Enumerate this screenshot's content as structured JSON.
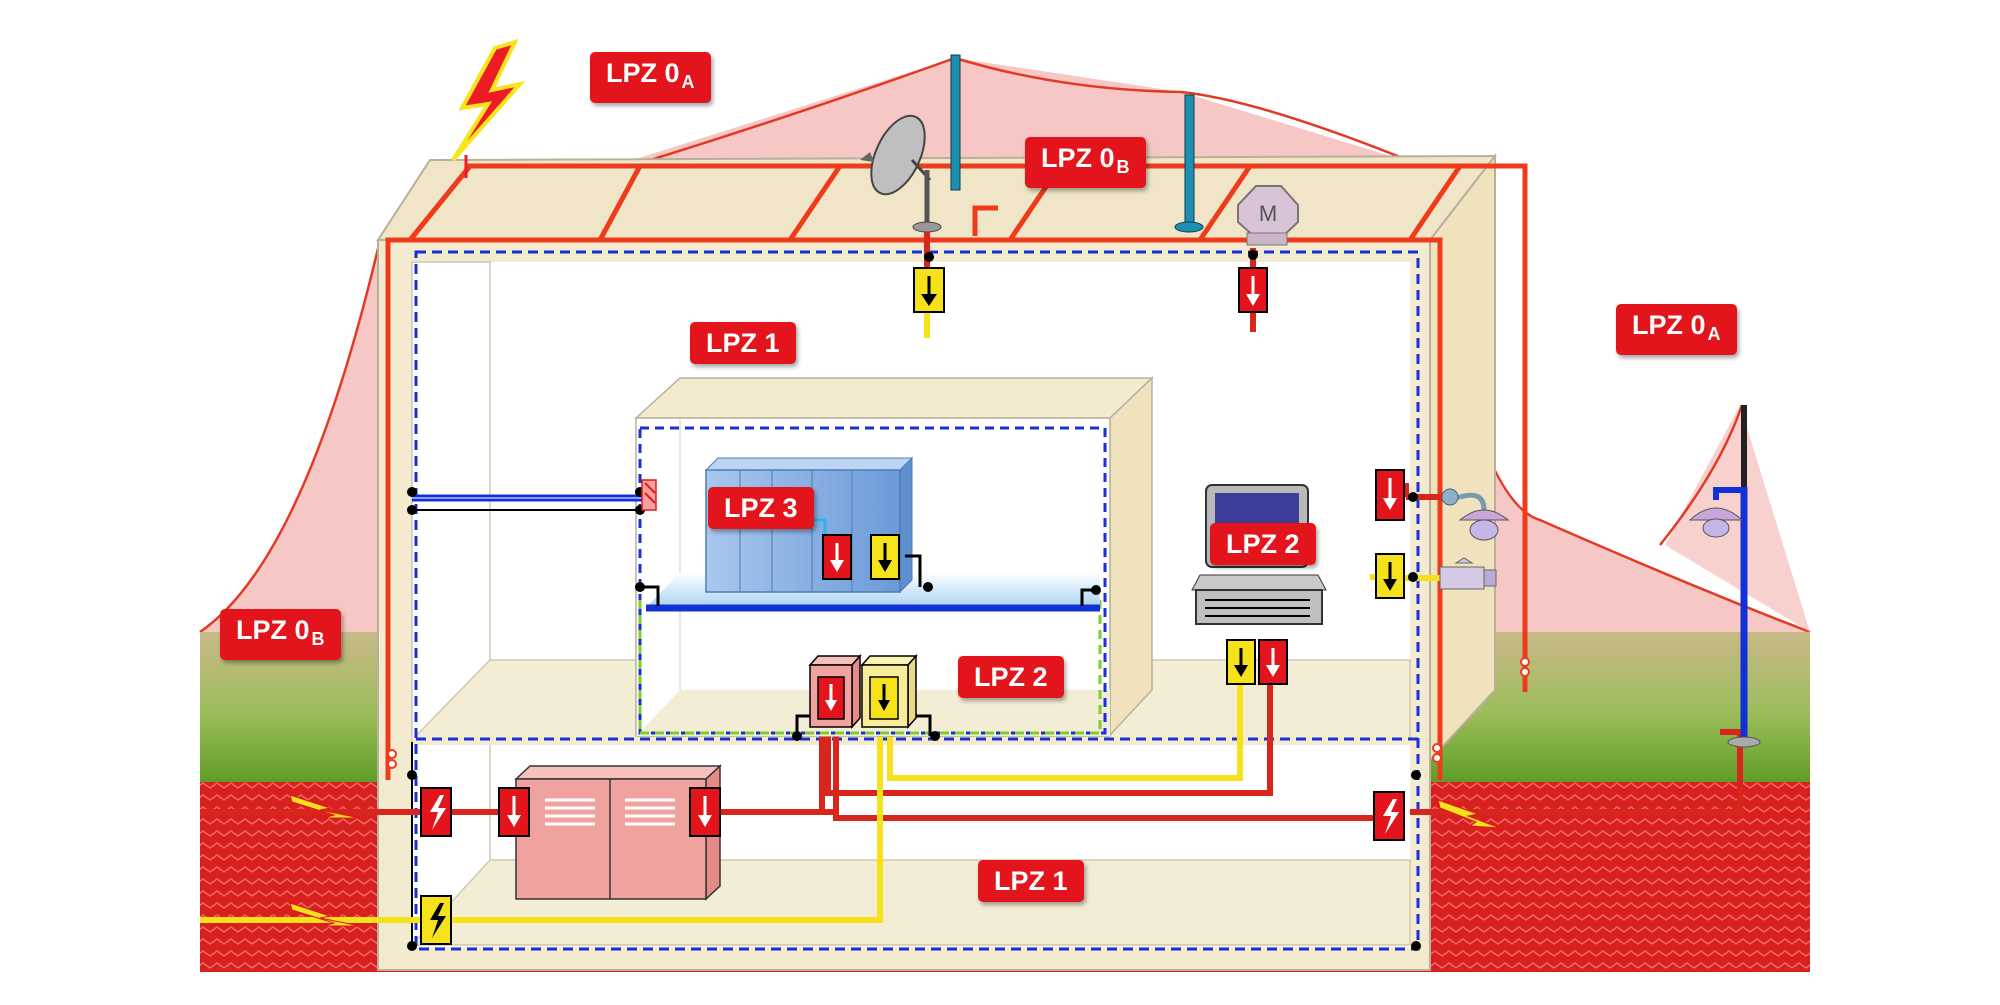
{
  "labels": {
    "lpz0a_top": {
      "main": "LPZ 0",
      "sub": "A"
    },
    "lpz0b_top": {
      "main": "LPZ 0",
      "sub": "B"
    },
    "lpz0a_right": {
      "main": "LPZ 0",
      "sub": "A"
    },
    "lpz0b_left": {
      "main": "LPZ 0",
      "sub": "B"
    },
    "lpz1_upper": "LPZ 1",
    "lpz1_lower": "LPZ 1",
    "lpz2_center": "LPZ 2",
    "lpz2_computer": "LPZ 2",
    "lpz3": "LPZ 3"
  },
  "icons": {
    "motor_letter": "M"
  },
  "colors": {
    "zone_red": "#e3141b",
    "conductor_red": "#d9261c",
    "conductor_yellow": "#f5e21a",
    "bonding_blue": "#1030d8",
    "ground_red": "#d41f22",
    "grass_green": "#6fae2f",
    "protection_pink": "#f4b9b9",
    "building_beige": "#f2eacb"
  }
}
